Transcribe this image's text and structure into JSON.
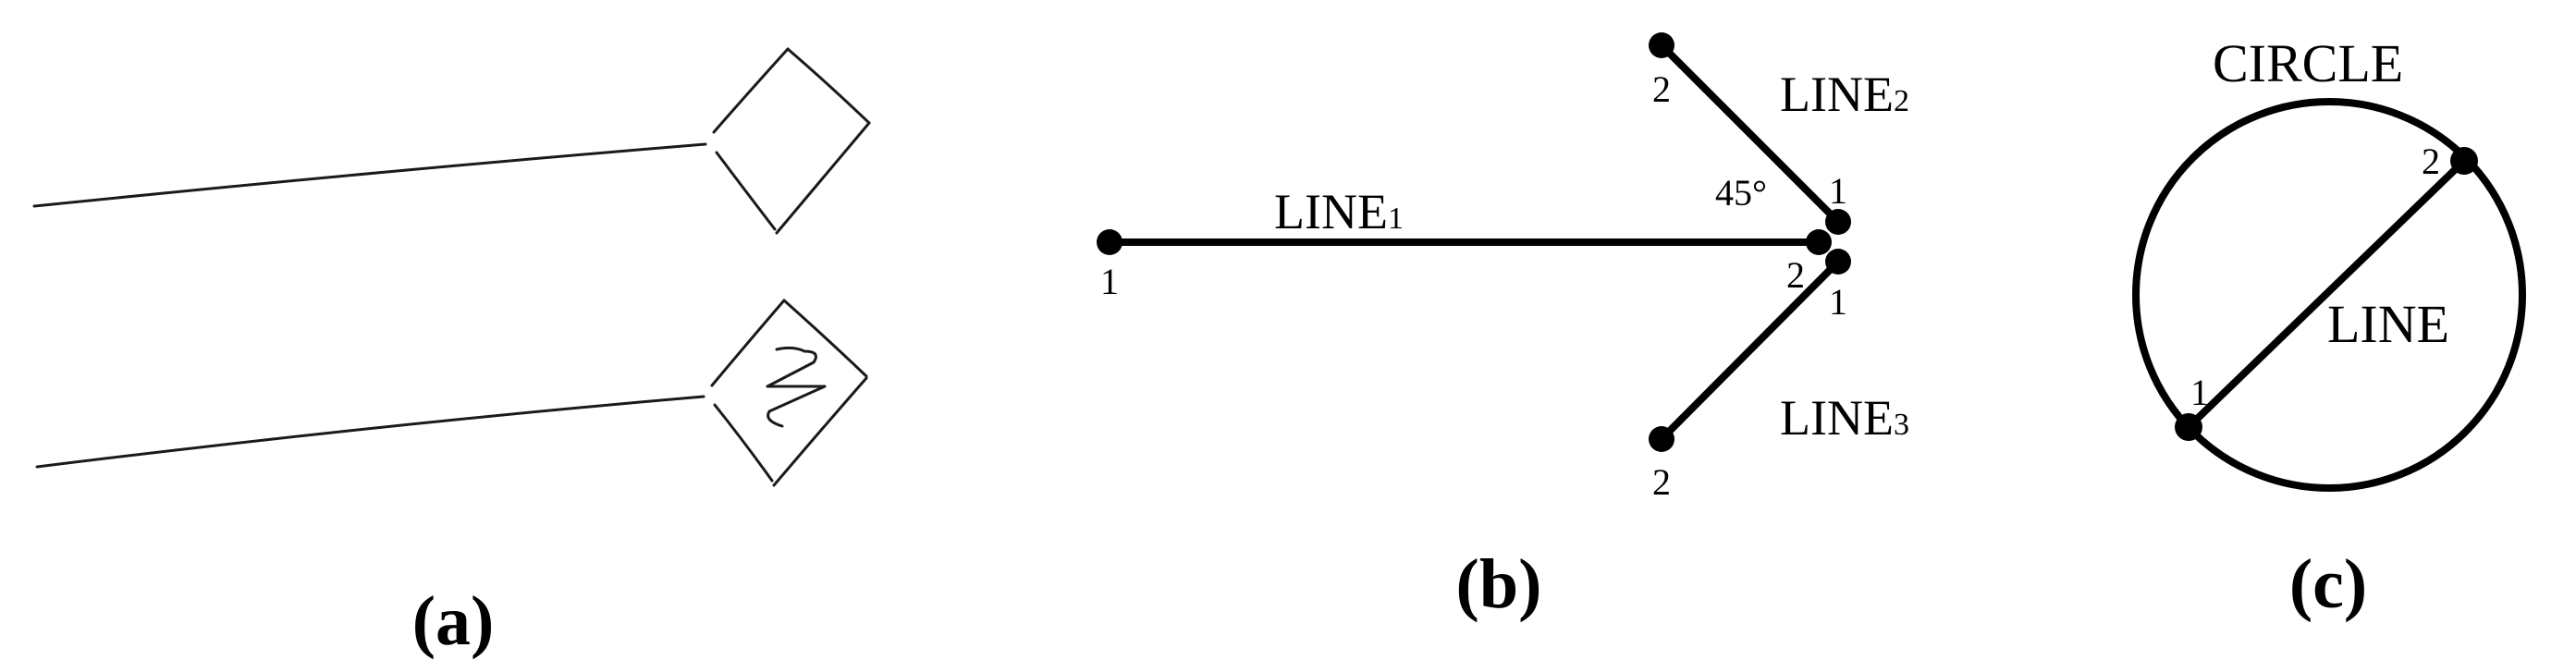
{
  "figure": {
    "panels": [
      {
        "id": "a",
        "caption": "(a)",
        "description": "two hand-drawn sketched lines each ending in a diamond; lower diamond contains a zigzag stroke"
      },
      {
        "id": "b",
        "caption": "(b)",
        "lines": [
          {
            "name": "LINE",
            "subscript": "1",
            "endpoints": [
              {
                "label": "1"
              },
              {
                "label": "2"
              }
            ]
          },
          {
            "name": "LINE",
            "subscript": "2",
            "endpoints": [
              {
                "label": "1"
              },
              {
                "label": "2"
              }
            ]
          },
          {
            "name": "LINE",
            "subscript": "3",
            "endpoints": [
              {
                "label": "1"
              },
              {
                "label": "2"
              }
            ]
          }
        ],
        "angle_label": "45°"
      },
      {
        "id": "c",
        "caption": "(c)",
        "circle_label": "CIRCLE",
        "line_label": "LINE",
        "endpoints": [
          {
            "label": "1"
          },
          {
            "label": "2"
          }
        ]
      }
    ]
  },
  "colors": {
    "background": "#ffffff",
    "stroke": "#000000",
    "sketch_stroke": "#1a1a1a"
  }
}
